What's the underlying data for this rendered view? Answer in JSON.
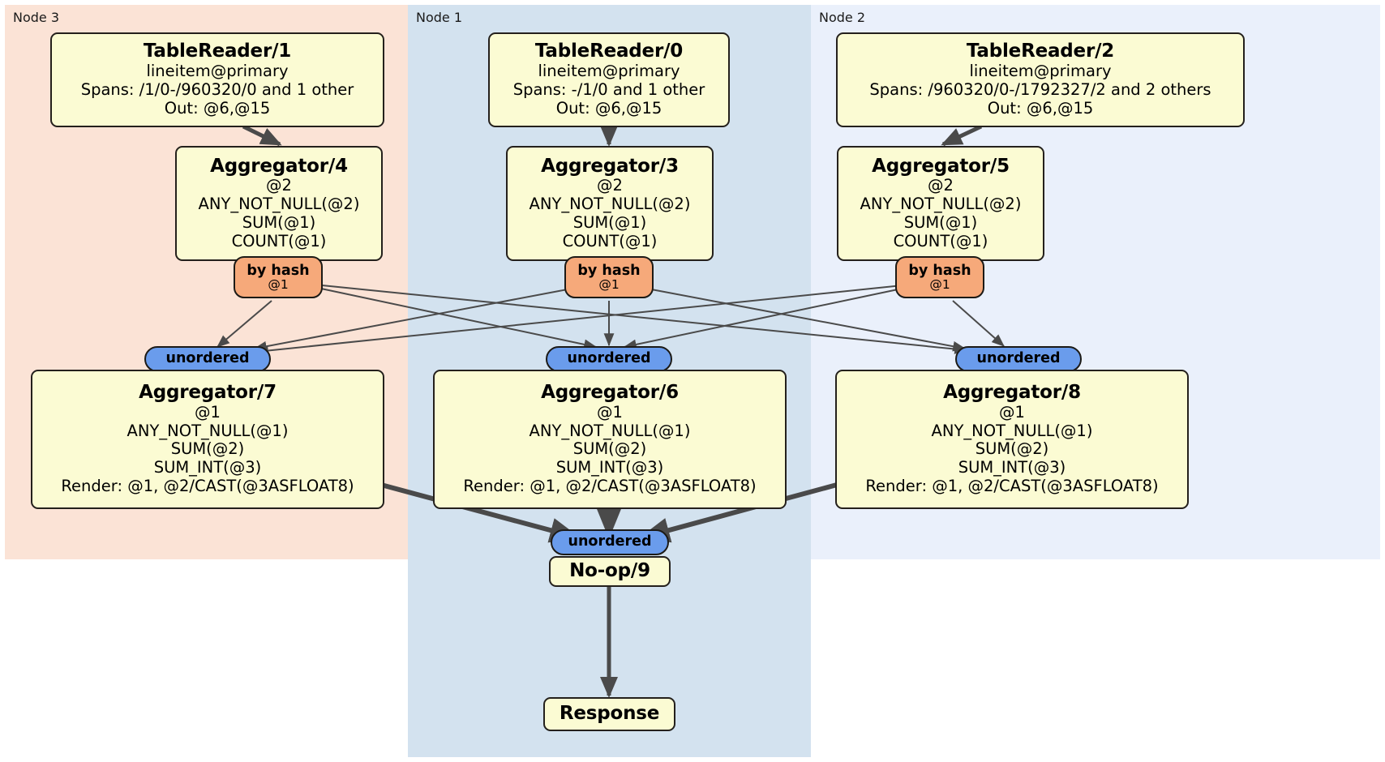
{
  "diagram": {
    "type": "distributed-query-plan",
    "colors": {
      "node3_panel": "#fbe3d6",
      "node1_panel": "#d3e2ef",
      "node2_panel": "#eaf0fb",
      "processor_fill": "#fbfbd3",
      "processor_border": "#24201c",
      "hash_router": "#f6a97a",
      "sync_unordered": "#6a9cec",
      "edge": "#4a4a4a"
    }
  },
  "panels": [
    {
      "id": "node3",
      "label": "Node 3"
    },
    {
      "id": "node1",
      "label": "Node 1"
    },
    {
      "id": "node2",
      "label": "Node 2"
    }
  ],
  "processors": {
    "table_reader_1": {
      "title": "TableReader/1",
      "lines": [
        "lineitem@primary",
        "Spans: /1/0-/960320/0 and 1 other",
        "Out: @6,@15"
      ]
    },
    "table_reader_0": {
      "title": "TableReader/0",
      "lines": [
        "lineitem@primary",
        "Spans: -/1/0 and 1 other",
        "Out: @6,@15"
      ]
    },
    "table_reader_2": {
      "title": "TableReader/2",
      "lines": [
        "lineitem@primary",
        "Spans: /960320/0-/1792327/2 and 2 others",
        "Out: @6,@15"
      ]
    },
    "aggregator_4": {
      "title": "Aggregator/4",
      "lines": [
        "@2",
        "ANY_NOT_NULL(@2)",
        "SUM(@1)",
        "COUNT(@1)"
      ]
    },
    "aggregator_3": {
      "title": "Aggregator/3",
      "lines": [
        "@2",
        "ANY_NOT_NULL(@2)",
        "SUM(@1)",
        "COUNT(@1)"
      ]
    },
    "aggregator_5": {
      "title": "Aggregator/5",
      "lines": [
        "@2",
        "ANY_NOT_NULL(@2)",
        "SUM(@1)",
        "COUNT(@1)"
      ]
    },
    "aggregator_7": {
      "title": "Aggregator/7",
      "lines": [
        "@1",
        "ANY_NOT_NULL(@1)",
        "SUM(@2)",
        "SUM_INT(@3)",
        "Render: @1, @2/CAST(@3ASFLOAT8)"
      ]
    },
    "aggregator_6": {
      "title": "Aggregator/6",
      "lines": [
        "@1",
        "ANY_NOT_NULL(@1)",
        "SUM(@2)",
        "SUM_INT(@3)",
        "Render: @1, @2/CAST(@3ASFLOAT8)"
      ]
    },
    "aggregator_8": {
      "title": "Aggregator/8",
      "lines": [
        "@1",
        "ANY_NOT_NULL(@1)",
        "SUM(@2)",
        "SUM_INT(@3)",
        "Render: @1, @2/CAST(@3ASFLOAT8)"
      ]
    },
    "noop_9": {
      "title": "No-op/9",
      "lines": []
    },
    "response": {
      "title": "Response",
      "lines": []
    }
  },
  "routers": {
    "hash_left": {
      "kind": "by hash",
      "column": "@1"
    },
    "hash_center": {
      "kind": "by hash",
      "column": "@1"
    },
    "hash_right": {
      "kind": "by hash",
      "column": "@1"
    }
  },
  "synchronizers": {
    "sync_left": {
      "label": "unordered"
    },
    "sync_center": {
      "label": "unordered"
    },
    "sync_right": {
      "label": "unordered"
    },
    "sync_final": {
      "label": "unordered"
    }
  }
}
